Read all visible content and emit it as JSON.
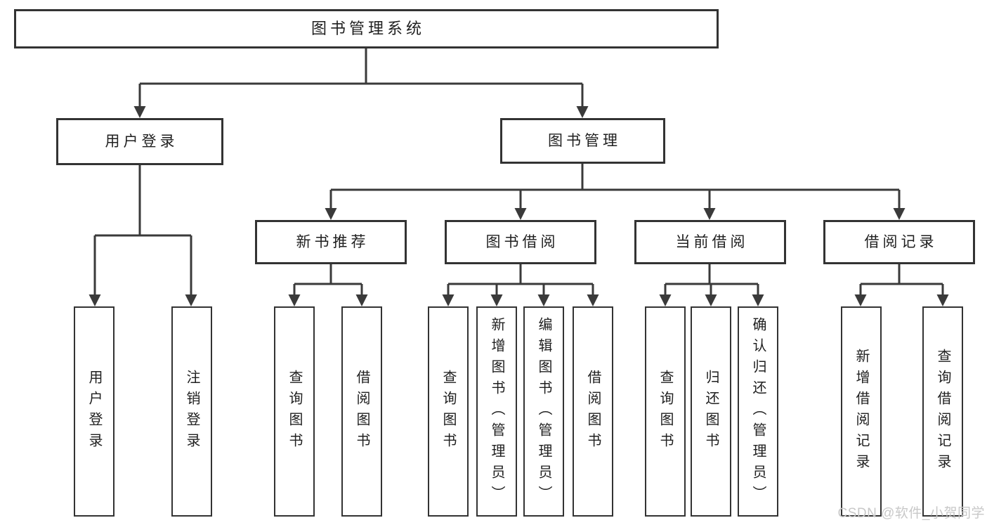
{
  "diagram": {
    "root": {
      "label": "图书管理系统"
    },
    "level2": [
      {
        "label": "用户登录"
      },
      {
        "label": "图书管理"
      }
    ],
    "level3": [
      {
        "label": "新书推荐"
      },
      {
        "label": "图书借阅"
      },
      {
        "label": "当前借阅"
      },
      {
        "label": "借阅记录"
      }
    ],
    "leaves": [
      {
        "label": "用户登录"
      },
      {
        "label": "注销登录"
      },
      {
        "label": "查询图书"
      },
      {
        "label": "借阅图书"
      },
      {
        "label": "查询图书"
      },
      {
        "label": "新增图书（管理员）"
      },
      {
        "label": "编辑图书（管理员）"
      },
      {
        "label": "借阅图书"
      },
      {
        "label": "查询图书"
      },
      {
        "label": "归还图书"
      },
      {
        "label": "确认归还（管理员）"
      },
      {
        "label": "新增借阅记录"
      },
      {
        "label": "查询借阅记录"
      }
    ]
  },
  "watermark": {
    "text": "CSDN @软件_小贺同学"
  },
  "colors": {
    "line": "#3a3a3a",
    "border": "#333333",
    "watermark": "#c8c8c8",
    "background": "#ffffff"
  }
}
